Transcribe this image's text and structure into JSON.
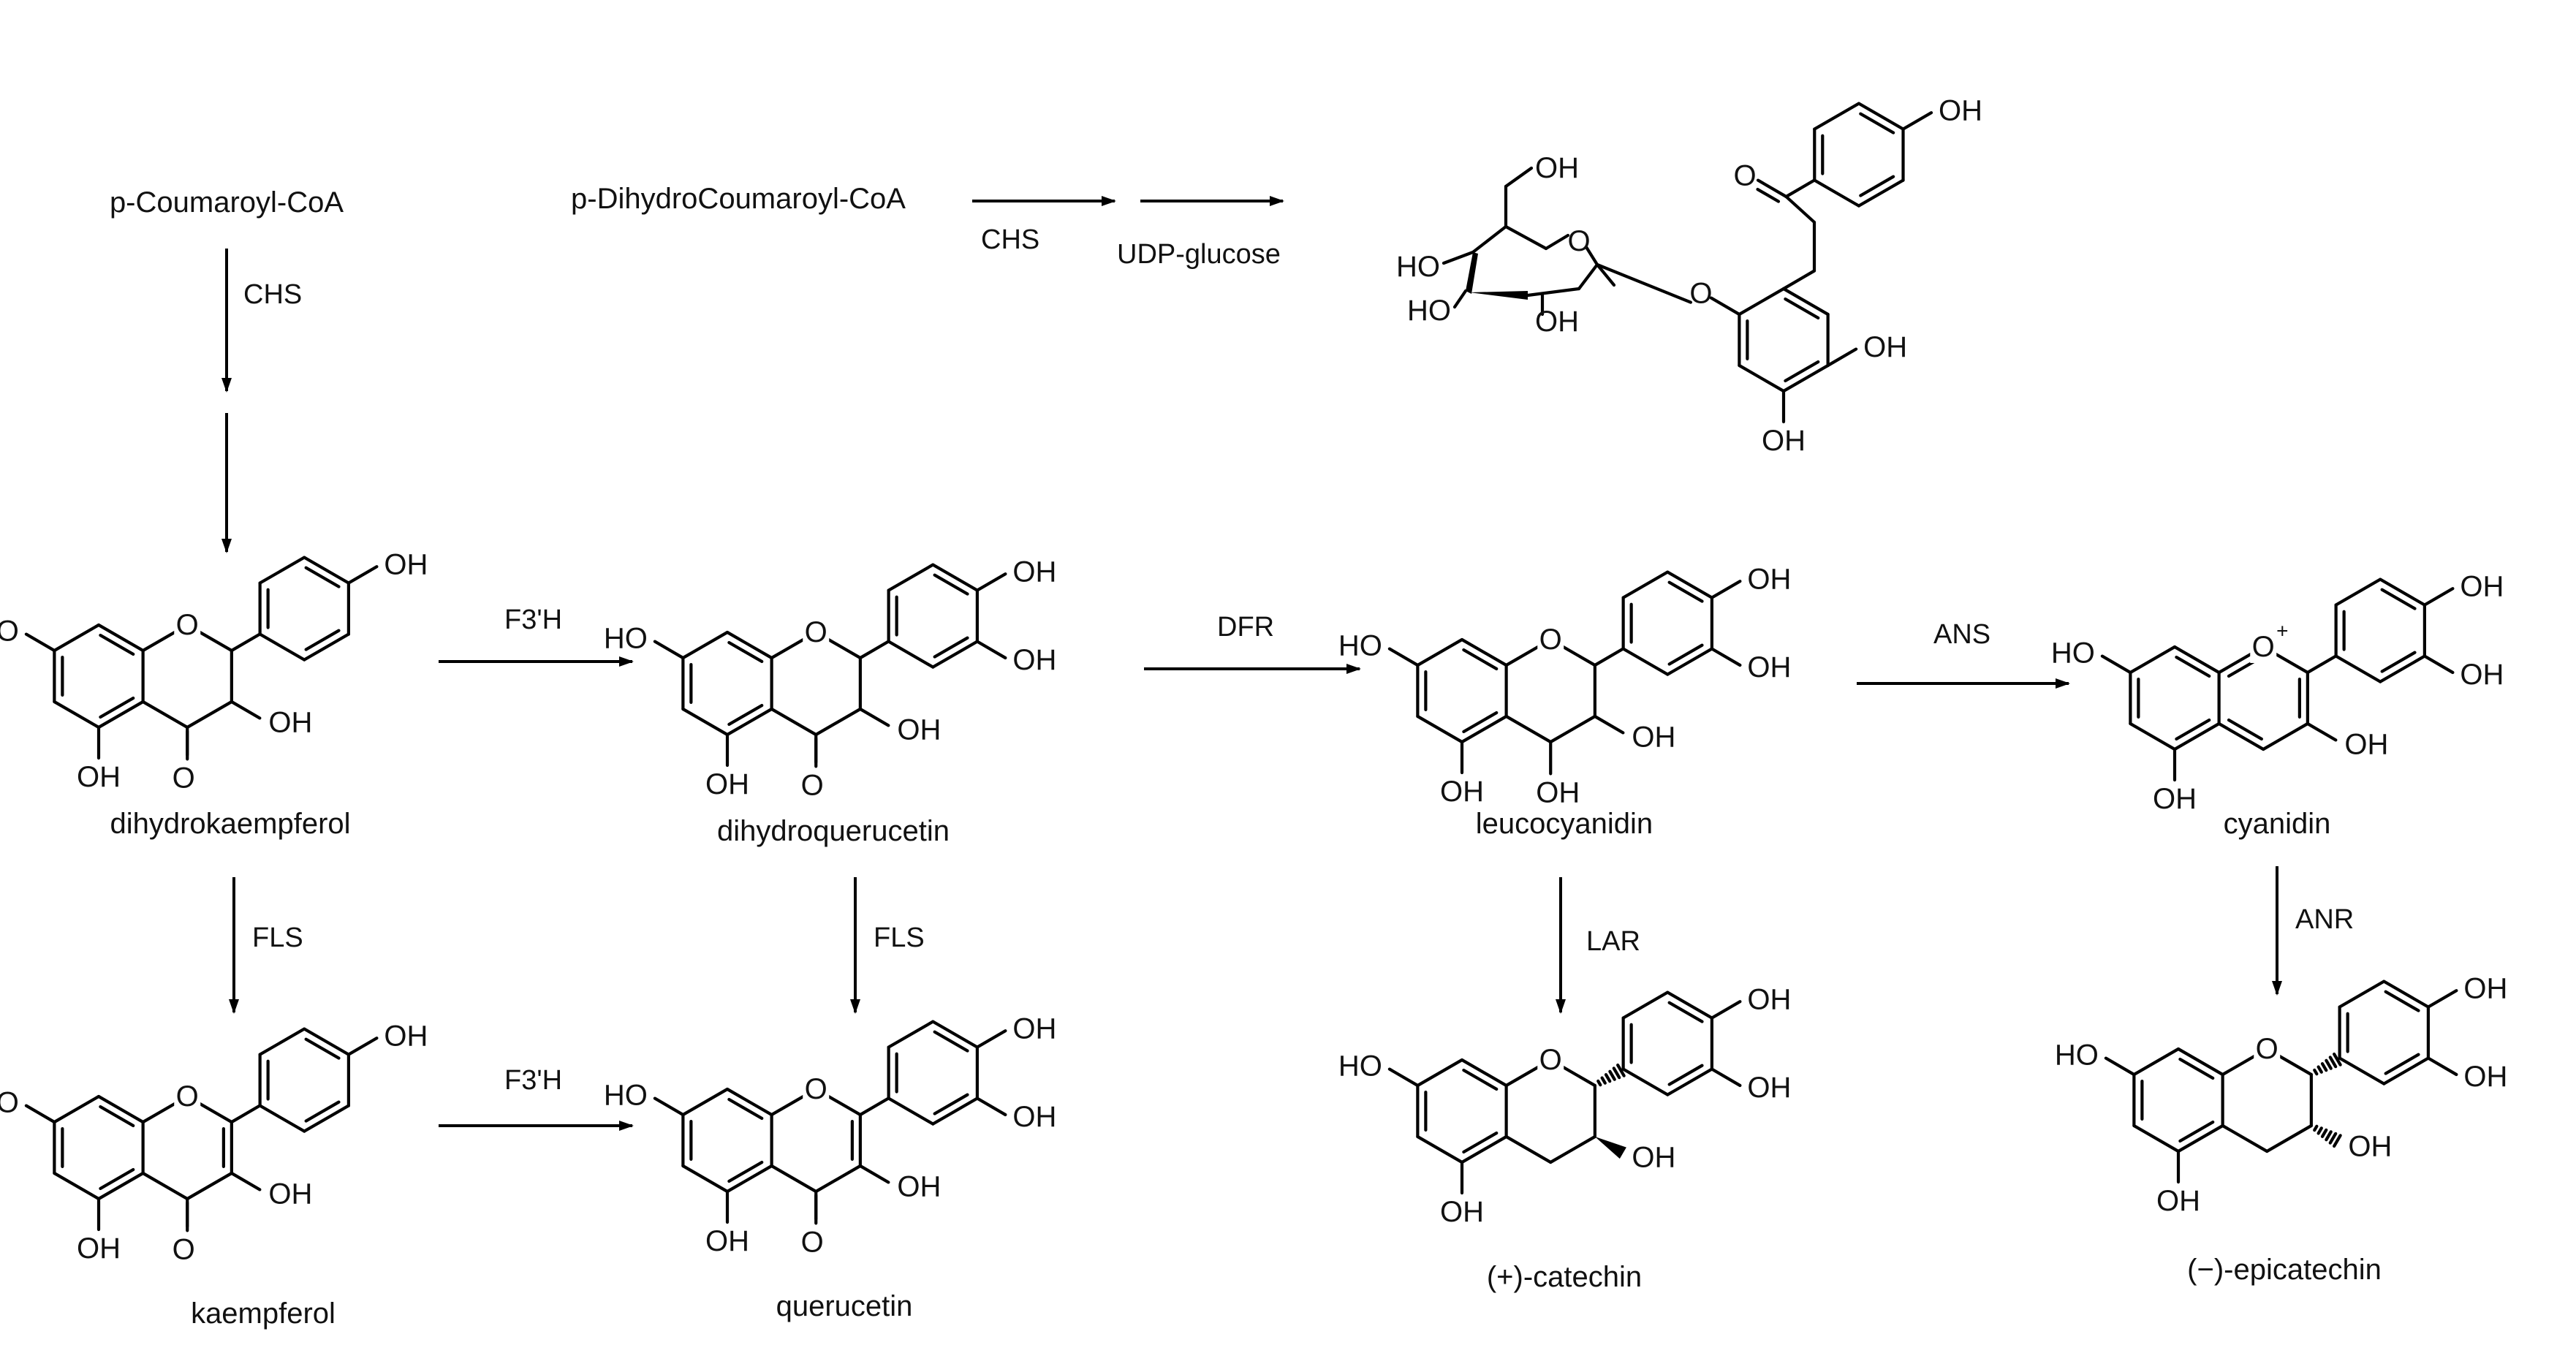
{
  "precursors": {
    "coumaroyl": "p-Coumaroyl-CoA",
    "dihydrocoumaroyl": "p-DihydroCoumaroyl-CoA"
  },
  "enzymes": {
    "chs_left": "CHS",
    "chs_top": "CHS",
    "udp": "UDP-glucose",
    "f3h_top": "F3'H",
    "f3h_bottom": "F3'H",
    "dfr": "DFR",
    "ans": "ANS",
    "fls_left": "FLS",
    "fls_mid": "FLS",
    "lar": "LAR",
    "anr": "ANR"
  },
  "compounds": {
    "dihydrokaempferol": "dihydrokaempferol",
    "dihydroquerucetin": "dihydroquerucetin",
    "leucocyanidin": "leucocyanidin",
    "cyanidin": "cyanidin",
    "kaempferol": "kaempferol",
    "querucetin": "querucetin",
    "catechin": "(+)-catechin",
    "epicatechin": "(−)-epicatechin"
  },
  "atoms": {
    "oh": "OH",
    "ho": "HO",
    "o": "O",
    "plus": "+"
  }
}
